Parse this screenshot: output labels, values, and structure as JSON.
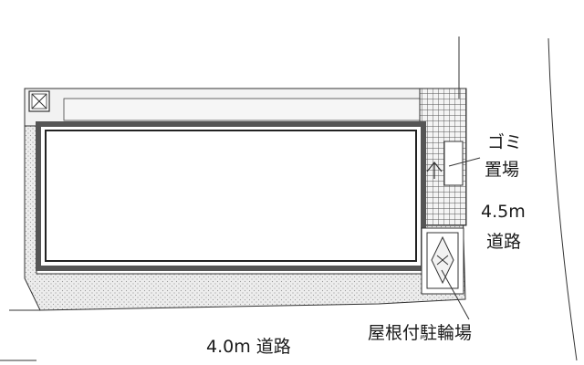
{
  "labels": {
    "garbage_line1": "ゴミ",
    "garbage_line2": "置場",
    "east_road_width": "4.5m",
    "east_road_name": "道路",
    "south_road": "4.0m 道路",
    "bicycle_parking": "屋根付駐輪場"
  },
  "colors": {
    "line": "#333333",
    "building_border": "#555555",
    "gravel_fill": "#ececec",
    "path_fill": "#f2f2f2",
    "tile_fill": "#f4f4f4"
  },
  "icons": {
    "corner_marker": "box-x-icon",
    "garbage_marker": "small-arrow-icon",
    "bike_symbol": "diamond-x-icon"
  }
}
